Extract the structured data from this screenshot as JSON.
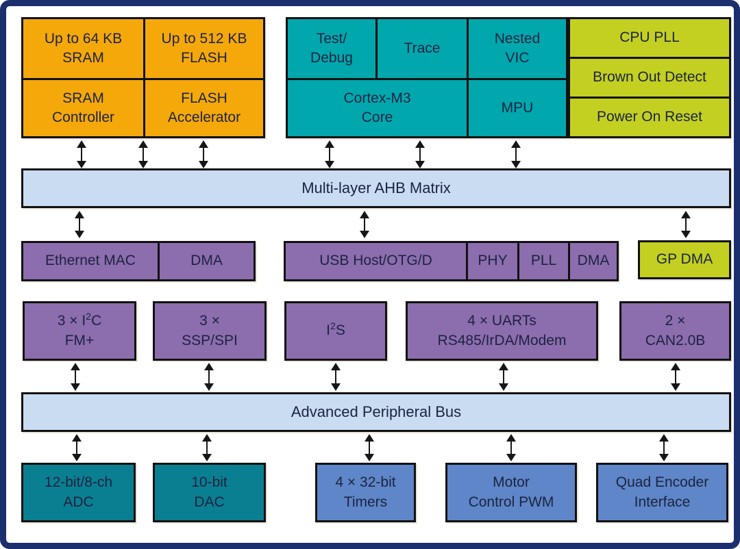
{
  "memory": {
    "sram_size": {
      "line1": "Up to 64 KB",
      "line2": "SRAM"
    },
    "flash_size": {
      "line1": "Up to 512 KB",
      "line2": "FLASH"
    },
    "sram_ctrl": {
      "line1": "SRAM",
      "line2": "Controller"
    },
    "flash_acc": {
      "line1": "FLASH",
      "line2": "Accelerator"
    }
  },
  "cpu": {
    "test_debug": {
      "line1": "Test/",
      "line2": "Debug"
    },
    "trace": "Trace",
    "nested_vic": {
      "line1": "Nested",
      "line2": "VIC"
    },
    "core": {
      "line1": "Cortex-M3",
      "line2": "Core"
    },
    "mpu": "MPU"
  },
  "system": {
    "cpu_pll": "CPU PLL",
    "brown_out": "Brown Out Detect",
    "power_on": "Power On Reset"
  },
  "buses": {
    "ahb": "Multi-layer AHB Matrix",
    "apb": "Advanced Peripheral Bus"
  },
  "ahb_peripherals": {
    "ethernet": "Ethernet MAC",
    "ethernet_dma": "DMA",
    "usb": "USB Host/OTG/D",
    "phy": "PHY",
    "pll": "PLL",
    "usb_dma": "DMA",
    "gp_dma": "GP DMA"
  },
  "peripherals": {
    "i2c": {
      "pre": "3 × I",
      "sup": "2",
      "post": "C",
      "line2": "FM+"
    },
    "ssp": {
      "line1": "3 ×",
      "line2": "SSP/SPI"
    },
    "i2s": {
      "pre": "I",
      "sup": "2",
      "post": "S"
    },
    "uart": {
      "line1": "4 × UARTs",
      "line2": "RS485/IrDA/Modem"
    },
    "can": {
      "line1": "2 ×",
      "line2": "CAN2.0B"
    }
  },
  "apb_peripherals": {
    "adc": {
      "line1": "12-bit/8-ch",
      "line2": "ADC"
    },
    "dac": {
      "line1": "10-bit",
      "line2": "DAC"
    },
    "timers": {
      "line1": "4 × 32-bit",
      "line2": "Timers"
    },
    "mcpwm": {
      "line1": "Motor",
      "line2": "Control PWM"
    },
    "qei": {
      "line1": "Quad Encoder",
      "line2": "Interface"
    }
  },
  "colors": {
    "memory_orange": "#f5a80a",
    "cpu_teal": "#00a7ad",
    "system_green": "#c3d021",
    "bus_light_blue": "#c9dcf2",
    "peripheral_purple": "#8c6dae",
    "analog_dark_teal": "#0b7f92",
    "timer_blue": "#5e86c8",
    "frame_navy": "#1b2e6e",
    "arrow_black": "#161616"
  }
}
